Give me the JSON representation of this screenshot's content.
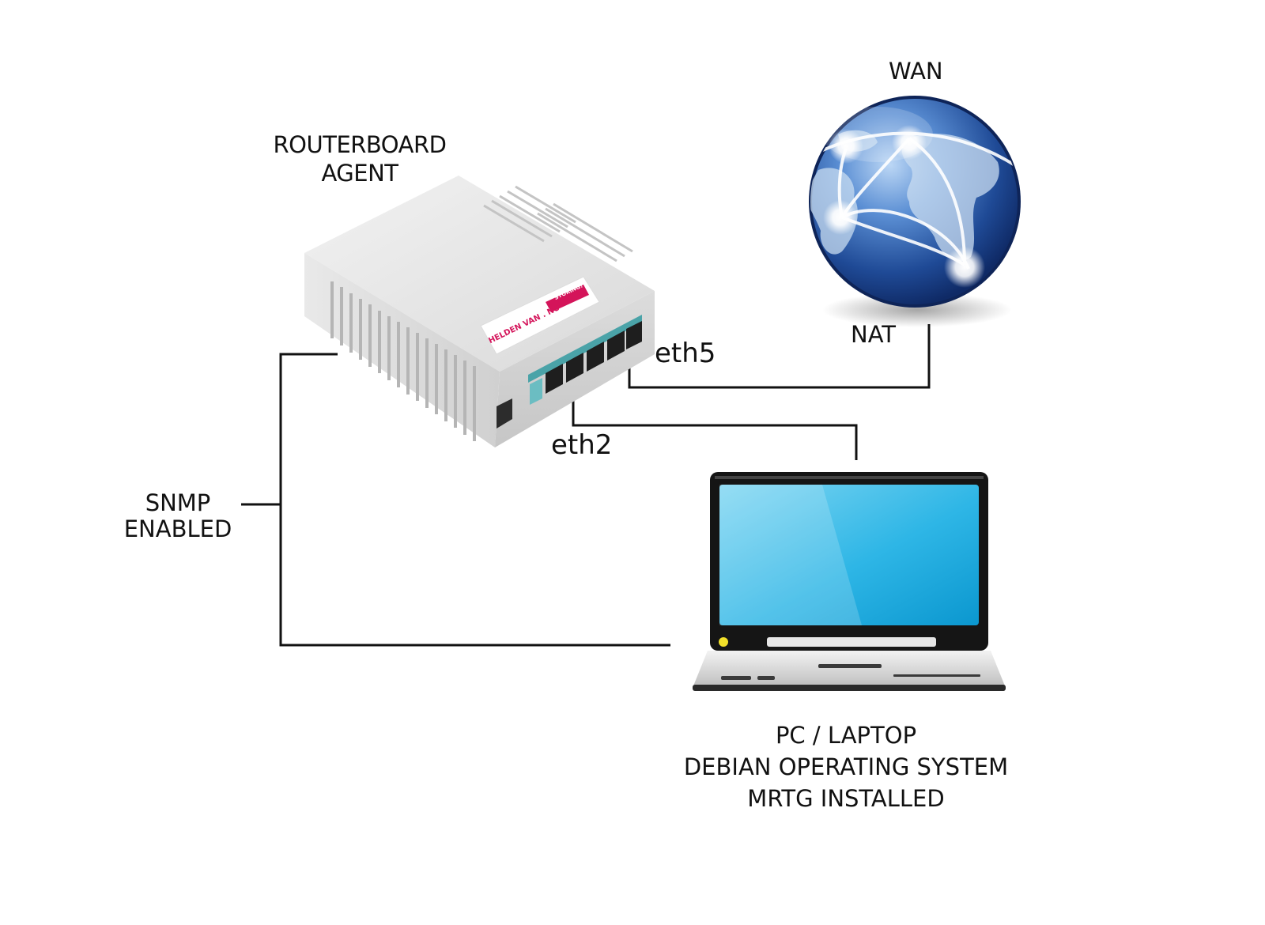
{
  "nodes": {
    "routerboard": {
      "title_line1": "ROUTERBOARD",
      "title_line2": "AGENT",
      "sticker_tag": "STORING?",
      "sticker_brand": "HELDEN VAN . NU"
    },
    "wan": {
      "title": "WAN",
      "nat_label": "NAT"
    },
    "laptop": {
      "line1": "PC / LAPTOP",
      "line2": "DEBIAN OPERATING SYSTEM",
      "line3": "MRTG INSTALLED"
    }
  },
  "links": {
    "eth5": "eth5",
    "eth2": "eth2",
    "snmp_line1": "SNMP",
    "snmp_line2": "ENABLED"
  },
  "colors": {
    "line": "#111111",
    "router_body": "#e4e4e4",
    "sticker_accent": "#d4145a",
    "globe_blue": "#1e4f9c",
    "screen_blue": "#2bb7e6"
  }
}
